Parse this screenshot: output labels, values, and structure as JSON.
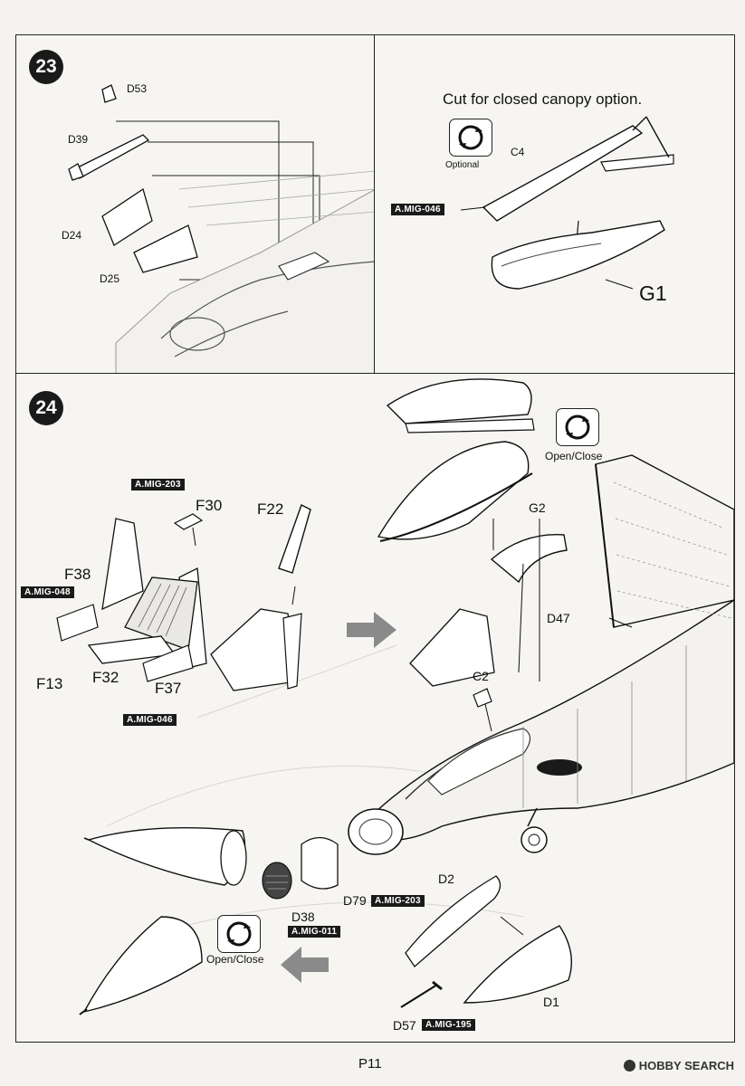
{
  "page_number": "P11",
  "watermark": "HOBBY SEARCH",
  "step23": {
    "number": "23",
    "parts": {
      "d53": "D53",
      "d39": "D39",
      "d24": "D24",
      "d25": "D25",
      "c4": "C4",
      "g1": "G1"
    },
    "note": "Cut for closed canopy option.",
    "optional_label": "Optional",
    "paint_c4": "A.MIG-046"
  },
  "step24": {
    "number": "24",
    "parts": {
      "f30": "F30",
      "f22": "F22",
      "f38": "F38",
      "f13": "F13",
      "f32": "F32",
      "f37": "F37",
      "g2": "G2",
      "d47": "D47",
      "c2": "C2",
      "d38": "D38",
      "d79": "D79",
      "d2": "D2",
      "d1": "D1",
      "d57": "D57"
    },
    "paint": {
      "seat_top": "A.MIG-203",
      "seat_left": "A.MIG-048",
      "seat_bottom": "A.MIG-046",
      "d79": "A.MIG-203",
      "d38": "A.MIG-011",
      "d57": "A.MIG-195"
    },
    "open_close_top": "Open/Close",
    "open_close_bottom": "Open/Close"
  }
}
